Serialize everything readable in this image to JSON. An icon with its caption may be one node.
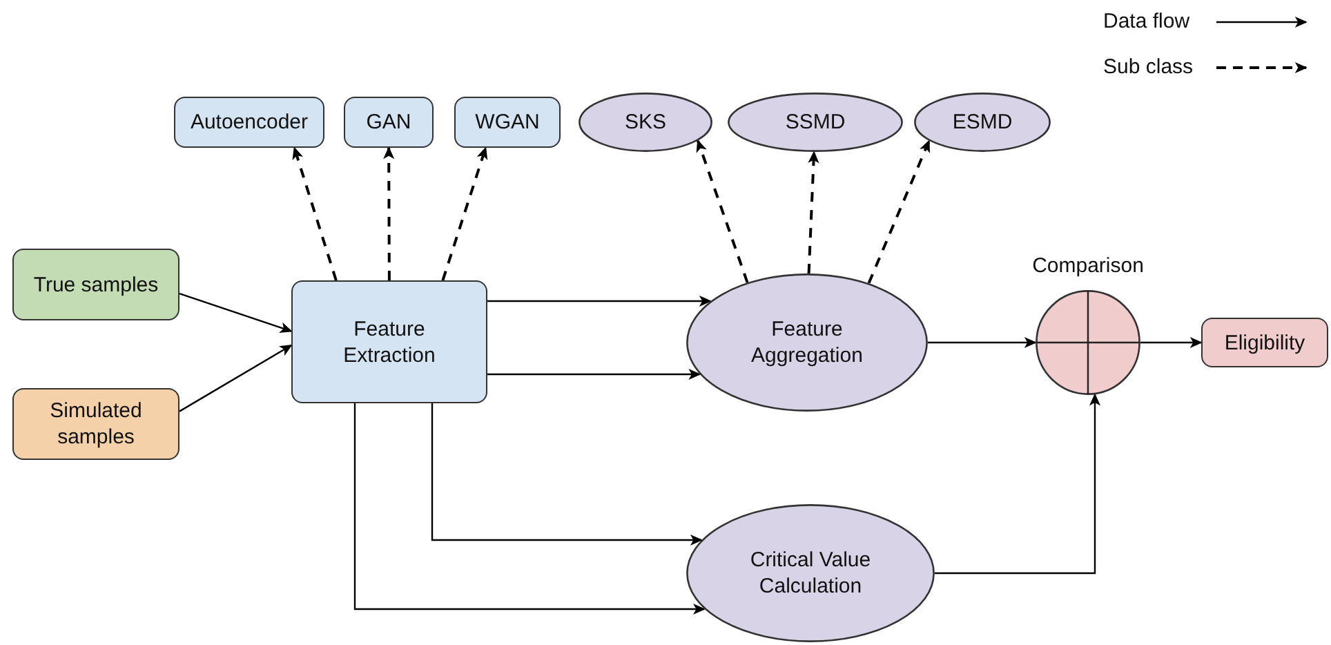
{
  "diagram": {
    "nodes": [
      {
        "text": [
          "Autoencoder"
        ]
      },
      {
        "text": [
          "GAN"
        ]
      },
      {
        "text": [
          "WGAN"
        ]
      },
      {
        "text": [
          "SKS"
        ]
      },
      {
        "text": [
          "SSMD"
        ]
      },
      {
        "text": [
          "ESMD"
        ]
      },
      {
        "text": [
          "True samples"
        ]
      },
      {
        "text": [
          "Simulated samples"
        ]
      },
      {
        "text": [
          "Feature Extraction"
        ]
      },
      {
        "text": [
          "Feature Aggregation"
        ]
      },
      {
        "text": [
          "Comparison"
        ]
      },
      {
        "text": [
          "Eligibility"
        ]
      },
      {
        "text": [
          "Critical Value Calculation"
        ]
      }
    ],
    "edges": [
      {
        "from": 6,
        "to": 8,
        "arrow": "to"
      },
      {
        "from": 7,
        "to": 8,
        "arrow": "to"
      },
      {
        "from": 8,
        "to": 9,
        "arrow": "to"
      },
      {
        "from": 8,
        "to": 9,
        "arrow": "to"
      },
      {
        "from": 9,
        "to": 10,
        "arrow": "to"
      },
      {
        "from": 10,
        "to": 11,
        "arrow": "to"
      },
      {
        "from": 8,
        "to": 12,
        "arrow": "to"
      },
      {
        "from": 8,
        "to": 12,
        "arrow": "to"
      },
      {
        "from": 12,
        "to": 10,
        "arrow": "to"
      },
      {
        "from": 8,
        "to": 0,
        "arrow": "to",
        "style": "dashed"
      },
      {
        "from": 8,
        "to": 1,
        "arrow": "to",
        "style": "dashed"
      },
      {
        "from": 8,
        "to": 2,
        "arrow": "to",
        "style": "dashed"
      },
      {
        "from": 9,
        "to": 3,
        "arrow": "to",
        "style": "dashed"
      },
      {
        "from": 9,
        "to": 4,
        "arrow": "to",
        "style": "dashed"
      },
      {
        "from": 9,
        "to": 5,
        "arrow": "to",
        "style": "dashed"
      }
    ],
    "legend": [
      {
        "text": "Data flow"
      },
      {
        "text": "Sub class"
      }
    ]
  }
}
